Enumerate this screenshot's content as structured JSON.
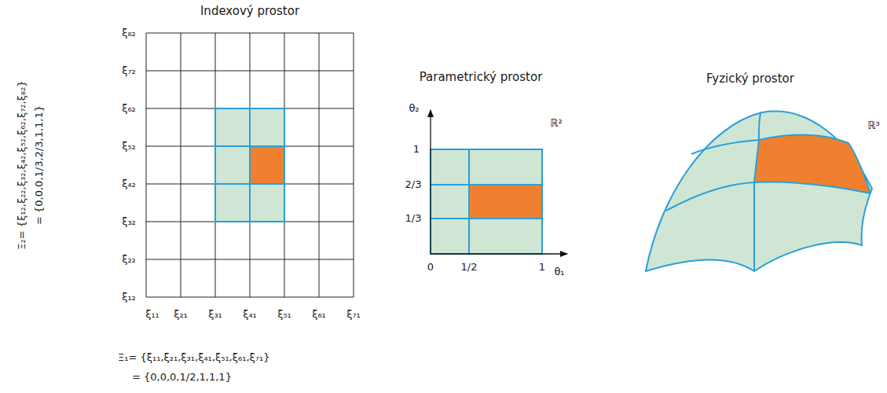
{
  "diagram": {
    "labels": [
      "Indexový prostor",
      "Parametrický prostor",
      "Fyzický prostor",
      "ξ₈₂",
      "ξ₇₂",
      "ξ₆₂",
      "ξ₅₂",
      "ξ₄₂",
      "ξ₃₂",
      "ξ₂₂",
      "ξ₁₂",
      "ξ₁₁",
      "ξ₂₁",
      "ξ₃₁",
      "ξ₄₁",
      "ξ₅₁",
      "ξ₆₁",
      "ξ₇₁",
      "Ξ₁= {ξ₁₁,ξ₂₁,ξ₃₁,ξ₄₁,ξ₅₁,ξ₆₁,ξ₇₁}",
      "= {0,0,0,1/2,1,1,1}",
      "Ξ₂= {ξ₁₂,ξ₂₂,ξ₃₂,ξ₄₂,ξ₅₂,ξ₆₂,ξ₇₂,ξ₈₂}",
      "= {0,0,0,1/3,2/3,1,1,1}",
      "θ₂",
      "1",
      "2/3",
      "1/3",
      "0",
      "1/2",
      "1",
      "θ₁",
      "ℝ²",
      "ℝ³"
    ]
  }
}
